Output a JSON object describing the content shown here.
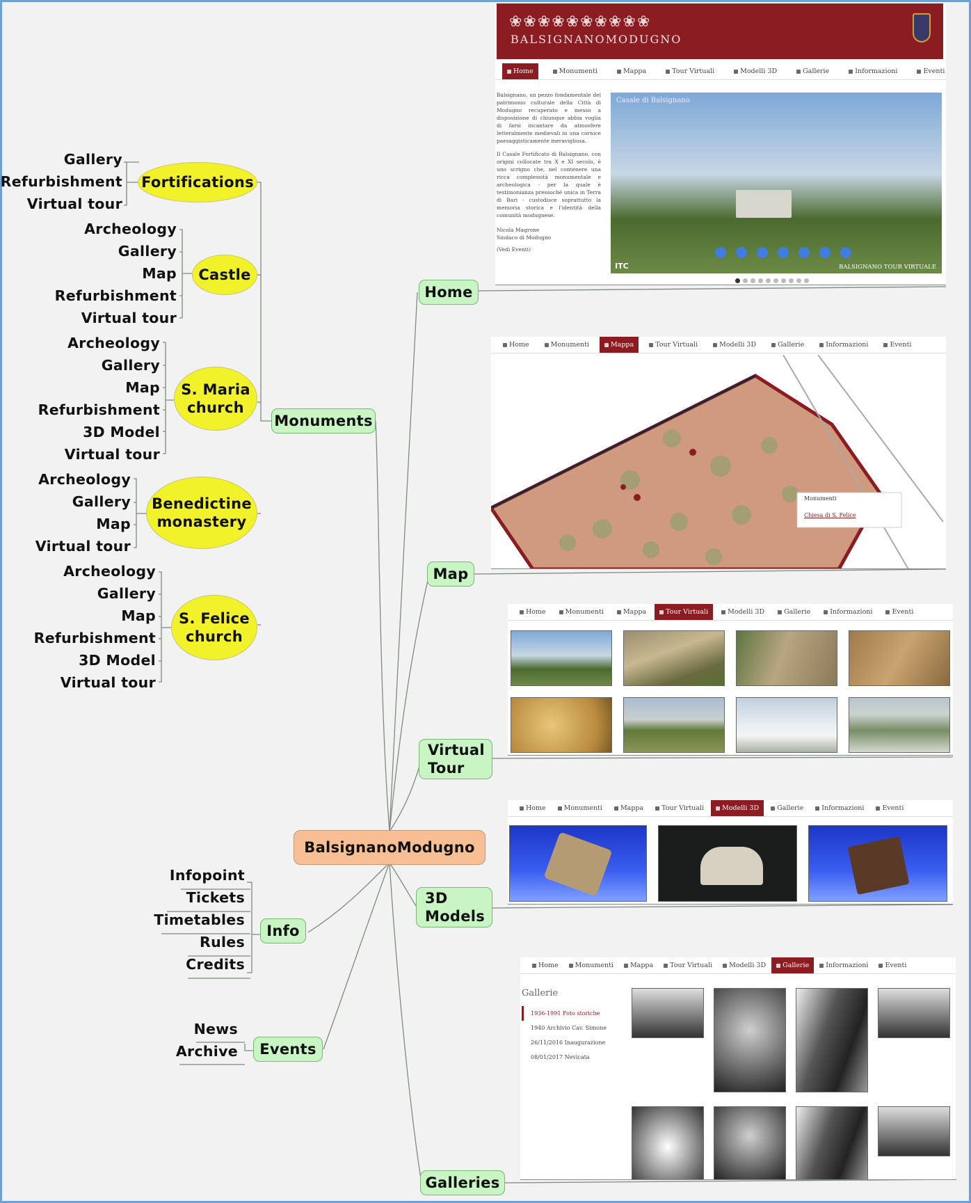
{
  "root": "BalsignanoModugno",
  "branches": {
    "monuments": "Monuments",
    "info": "Info",
    "events": "Events",
    "home": "Home",
    "map": "Map",
    "virtual_tour": "Virtual\nTour",
    "models_3d": "3D\nModels",
    "galleries": "Galleries"
  },
  "monuments": {
    "fortifications": {
      "name": "Fortifications",
      "items": [
        "Gallery",
        "Refurbishment",
        "Virtual tour"
      ]
    },
    "castle": {
      "name": "Castle",
      "items": [
        "Archeology",
        "Gallery",
        "Map",
        "Refurbishment",
        "Virtual tour"
      ]
    },
    "smaria": {
      "name": "S. Maria\nchurch",
      "items": [
        "Archeology",
        "Gallery",
        "Map",
        "Refurbishment",
        "3D Model",
        "Virtual tour"
      ]
    },
    "benedictine": {
      "name": "Benedictine\nmonastery",
      "items": [
        "Archeology",
        "Gallery",
        "Map",
        "Virtual tour"
      ]
    },
    "sfelice": {
      "name": "S. Felice\nchurch",
      "items": [
        "Archeology",
        "Gallery",
        "Map",
        "Refurbishment",
        "3D Model",
        "Virtual tour"
      ]
    }
  },
  "info_items": [
    "Infopoint",
    "Tickets",
    "Timetables",
    "Rules",
    "Credits"
  ],
  "events_items": [
    "News",
    "Archive"
  ],
  "site": {
    "brand": "BALSIGNANOMODUGNO",
    "nav": [
      "Home",
      "Monumenti",
      "Mappa",
      "Tour Virtuali",
      "Modelli 3D",
      "Gallerie",
      "Informazioni",
      "Eventi"
    ],
    "home_text_1": "Balsignano, un pezzo fondamentale del patrimonio culturale della Città di Modugno recuperato e messo a disposizione di chiunque abbia voglia di farsi incantare da atmosfere letteralmente medievali in una cornice paesaggisticamente meravigliosa.",
    "home_text_2": "Il Casale Fortificato di Balsignano, con origini collocate tra X e XI secolo, è uno scrigno che, nel contenere una ricca complessità monumentale e archeologica - per la quale è testimonianza pressoché unica in Terra di Bari - custodisce soprattutto la memoria storica e l'identità della comunità modugnese.",
    "home_sign": "Nicola Magrone\nSindaco di Modugno",
    "home_link": "(Vedi Eventi)",
    "pano_caption": "Casale di Balsignano",
    "pano_footer": "BALSIGNANO TOUR VIRTUALE",
    "pano_logo": "ITC",
    "map_popup_title": "Monumenti",
    "map_popup_link": "Chiesa di S. Felice",
    "galleries_title": "Gallerie",
    "galleries_list": [
      "1936-1991 Foto storiche",
      "1940 Archivio Cav. Simone",
      "26/11/2016 Inaugurazione",
      "08/01/2017 Nevicata"
    ]
  },
  "colors": {
    "ellipse": "#f2f22a",
    "branch": "#c9f5c5",
    "root": "#f8bf94",
    "brand": "#8a1c22"
  }
}
